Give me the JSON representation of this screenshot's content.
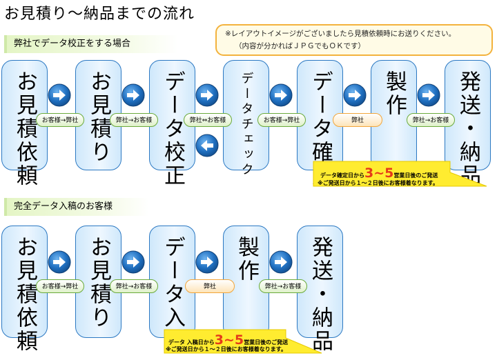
{
  "title": "お見積り～納品までの流れ",
  "notice": {
    "line1": "※レイアウトイメージがございましたら見積依頼時にお送りください。",
    "line2": "（内容が分かればＪＰＧでもＯＫです）"
  },
  "colors": {
    "step_border": "#2b78c2",
    "arrow_blue": "#1f6fc0",
    "pill_green": "#6aaa3a",
    "pill_orange": "#f2a53a",
    "callout_yellow": "#ffec30",
    "highlight_red": "#e53a1a"
  },
  "flow1": {
    "label": "弊社でデータ校正をする場合",
    "steps": [
      "お見積依頼",
      "お見積り",
      "データ校正",
      "データチェック",
      "データ確定",
      "製作",
      "発送・納品"
    ],
    "connectors": [
      "お客様→弊社",
      "弊社→お客様",
      "弊社⇔お客様",
      "お客様→弊社",
      "弊社",
      "弊社→お客様"
    ],
    "callout": {
      "prefix": "データ確定日から",
      "days": "3~5",
      "suffix": "営業日後のご発送",
      "line2": "※ご発送日から１～２日後にお客様着なります。"
    }
  },
  "flow2": {
    "label": "完全データ入稿のお客様",
    "steps": [
      "お見積依頼",
      "お見積り",
      "データ入稿",
      "製作",
      "発送・納品"
    ],
    "connectors": [
      "お客様→弊社",
      "弊社→お客様",
      "弊社",
      "弊社→お客様"
    ],
    "callout": {
      "prefix": "データ 入稿日から",
      "days": "3~5",
      "suffix": "営業日後のご発送",
      "line2": "※ご発送日から１～２日後にお客様着なります。"
    }
  }
}
